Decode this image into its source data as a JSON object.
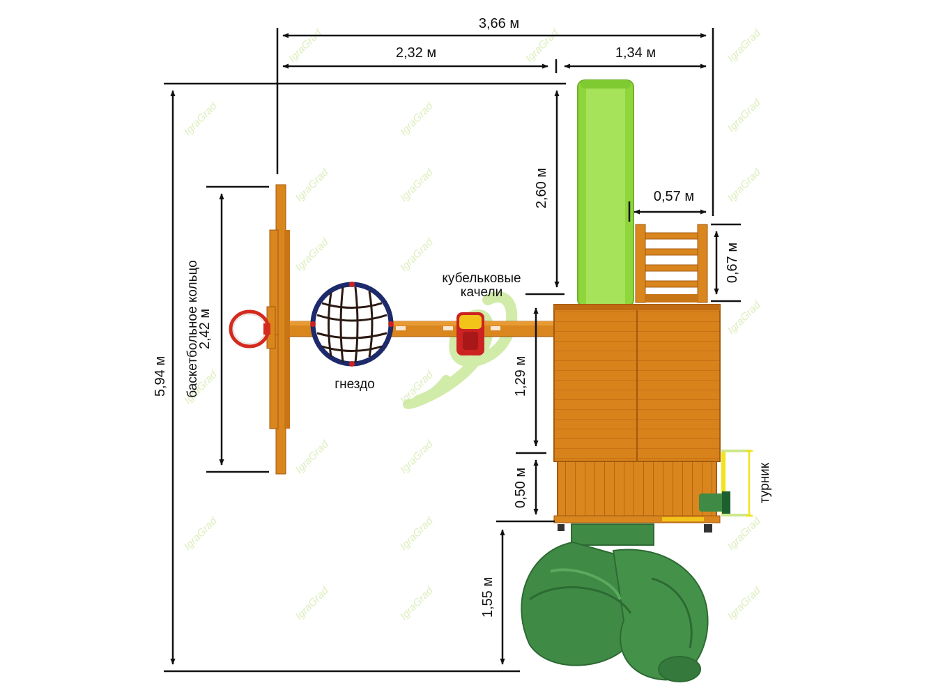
{
  "dimensions": {
    "total_width": "3,66 м",
    "tower_left_width": "2,32 м",
    "tower_right_width": "1,34 м",
    "total_length": "5,94 м",
    "crossbar_length": "2,42 м",
    "slide_length": "2,60 м",
    "ladder_width": "0,57 м",
    "ladder_length": "0,67 м",
    "platform_length": "1,29 м",
    "deck_length": "0,50 м",
    "spiral_slide_length": "1,55 м"
  },
  "labels": {
    "basketball": "баскетбольное кольцо",
    "nest": "гнездо",
    "bucket_swing_line1": "кубельковые",
    "bucket_swing_line2": "качели",
    "bar": "турник"
  },
  "watermark": "IgraGrad",
  "colors": {
    "wood": "#d9861e",
    "wood_dark": "#b8650f",
    "green_slide": "#90d63e",
    "spiral_slide": "#3f8a45",
    "nest_rim": "#1d2a6b",
    "swing_red": "#cc2222",
    "swing_yellow": "#f2c41a",
    "hoop_red": "#d42a1d"
  }
}
